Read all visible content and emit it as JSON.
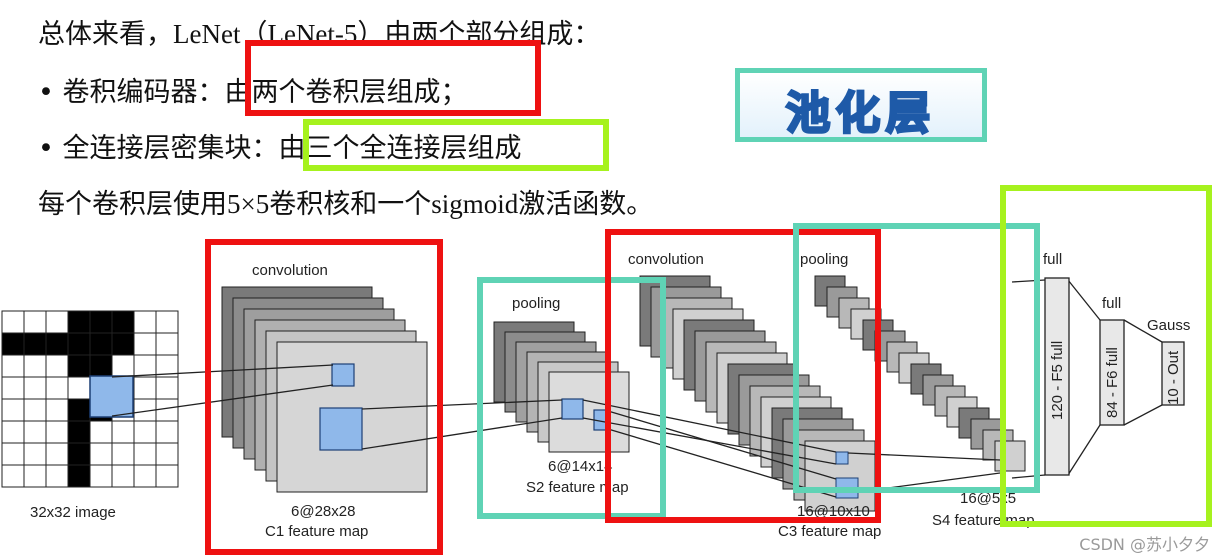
{
  "text": {
    "line1_a": "总体来看，",
    "line1_b": "LeNet（LeNet-5）",
    "line1_c": "由两个部分组成：",
    "line2_bullet": "• 卷积编码器：",
    "line2_hl": "由两个卷积层组成；",
    "line3_bullet": "• 全连接层密集块：",
    "line3_hl": "由三个全连接层组成",
    "line4_a": "每个卷积层使用",
    "line4_b": "5×5",
    "line4_c": "卷积核和一个",
    "line4_d": "sigmoid",
    "line4_e": "激活函数。"
  },
  "sticker": {
    "text": "池化层"
  },
  "diagram": {
    "input_label": "32x32 image",
    "conv1_title": "convolution",
    "c1_size": "6@28x28",
    "c1_name": "C1 feature map",
    "pool1_title": "pooling",
    "s2_size": "6@14x14",
    "s2_name": "S2 feature map",
    "conv2_title": "convolution",
    "c3_size": "16@10x10",
    "c3_name": "C3 feature map",
    "pool2_title": "pooling",
    "s4_size": "16@5x5",
    "s4_name": "S4 feature map",
    "full1_title": "full",
    "full2_title": "full",
    "gauss_title": "Gauss",
    "f5_label": "120 - F5 full",
    "f6_label": "84 - F6 full",
    "out_label": "10 - Out"
  },
  "watermark": "CSDN @苏小夕夕",
  "colors": {
    "red": "#ee1111",
    "teal": "#5fd3b5",
    "lime": "#a6f21e",
    "blue_patch": "#8fb8ea"
  }
}
